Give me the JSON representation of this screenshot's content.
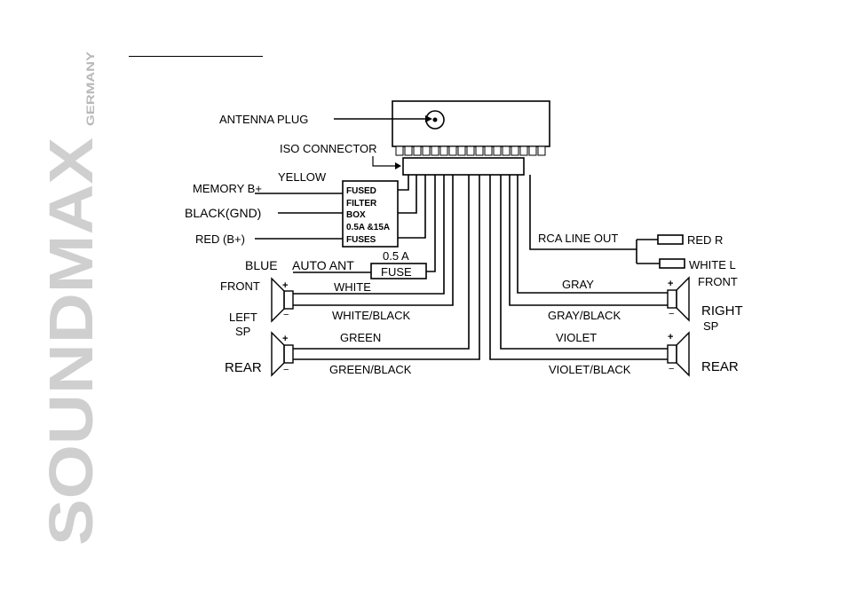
{
  "brand": {
    "name": "SOUNDMAX",
    "sub": "GERMANY",
    "name_color": "#cfcfcf",
    "sub_color": "#b8b8b8"
  },
  "diagram": {
    "labels": {
      "antenna_plug": "ANTENNA PLUG",
      "iso_connector": "ISO CONNECTOR",
      "yellow": "YELLOW",
      "memory_b": "MEMORY B+",
      "black_gnd": "BLACK(GND)",
      "red_b": "RED (B+)",
      "blue": "BLUE",
      "auto_ant": "AUTO ANT",
      "fuse_rating": "0.5  A",
      "fuse": "FUSE",
      "filter_box": [
        "FUSED",
        "FILTER",
        "BOX",
        "0.5A &15A",
        "FUSES"
      ],
      "rca_line_out": "RCA LINE OUT",
      "red_r": "RED R",
      "white_l": "WHITE  L",
      "left_front": "FRONT",
      "left_sp": [
        "LEFT",
        "SP"
      ],
      "left_rear": "REAR",
      "right_front": "FRONT",
      "right_sp": [
        "RIGHT",
        "SP"
      ],
      "right_rear": "REAR",
      "white": "WHITE",
      "white_black": "WHITE/BLACK",
      "green": "GREEN",
      "green_black": "GREEN/BLACK",
      "gray": "GRAY",
      "gray_black": "GRAY/BLACK",
      "violet": "VIOLET",
      "violet_black": "VIOLET/BLACK",
      "plus": "+",
      "minus": "−"
    }
  }
}
